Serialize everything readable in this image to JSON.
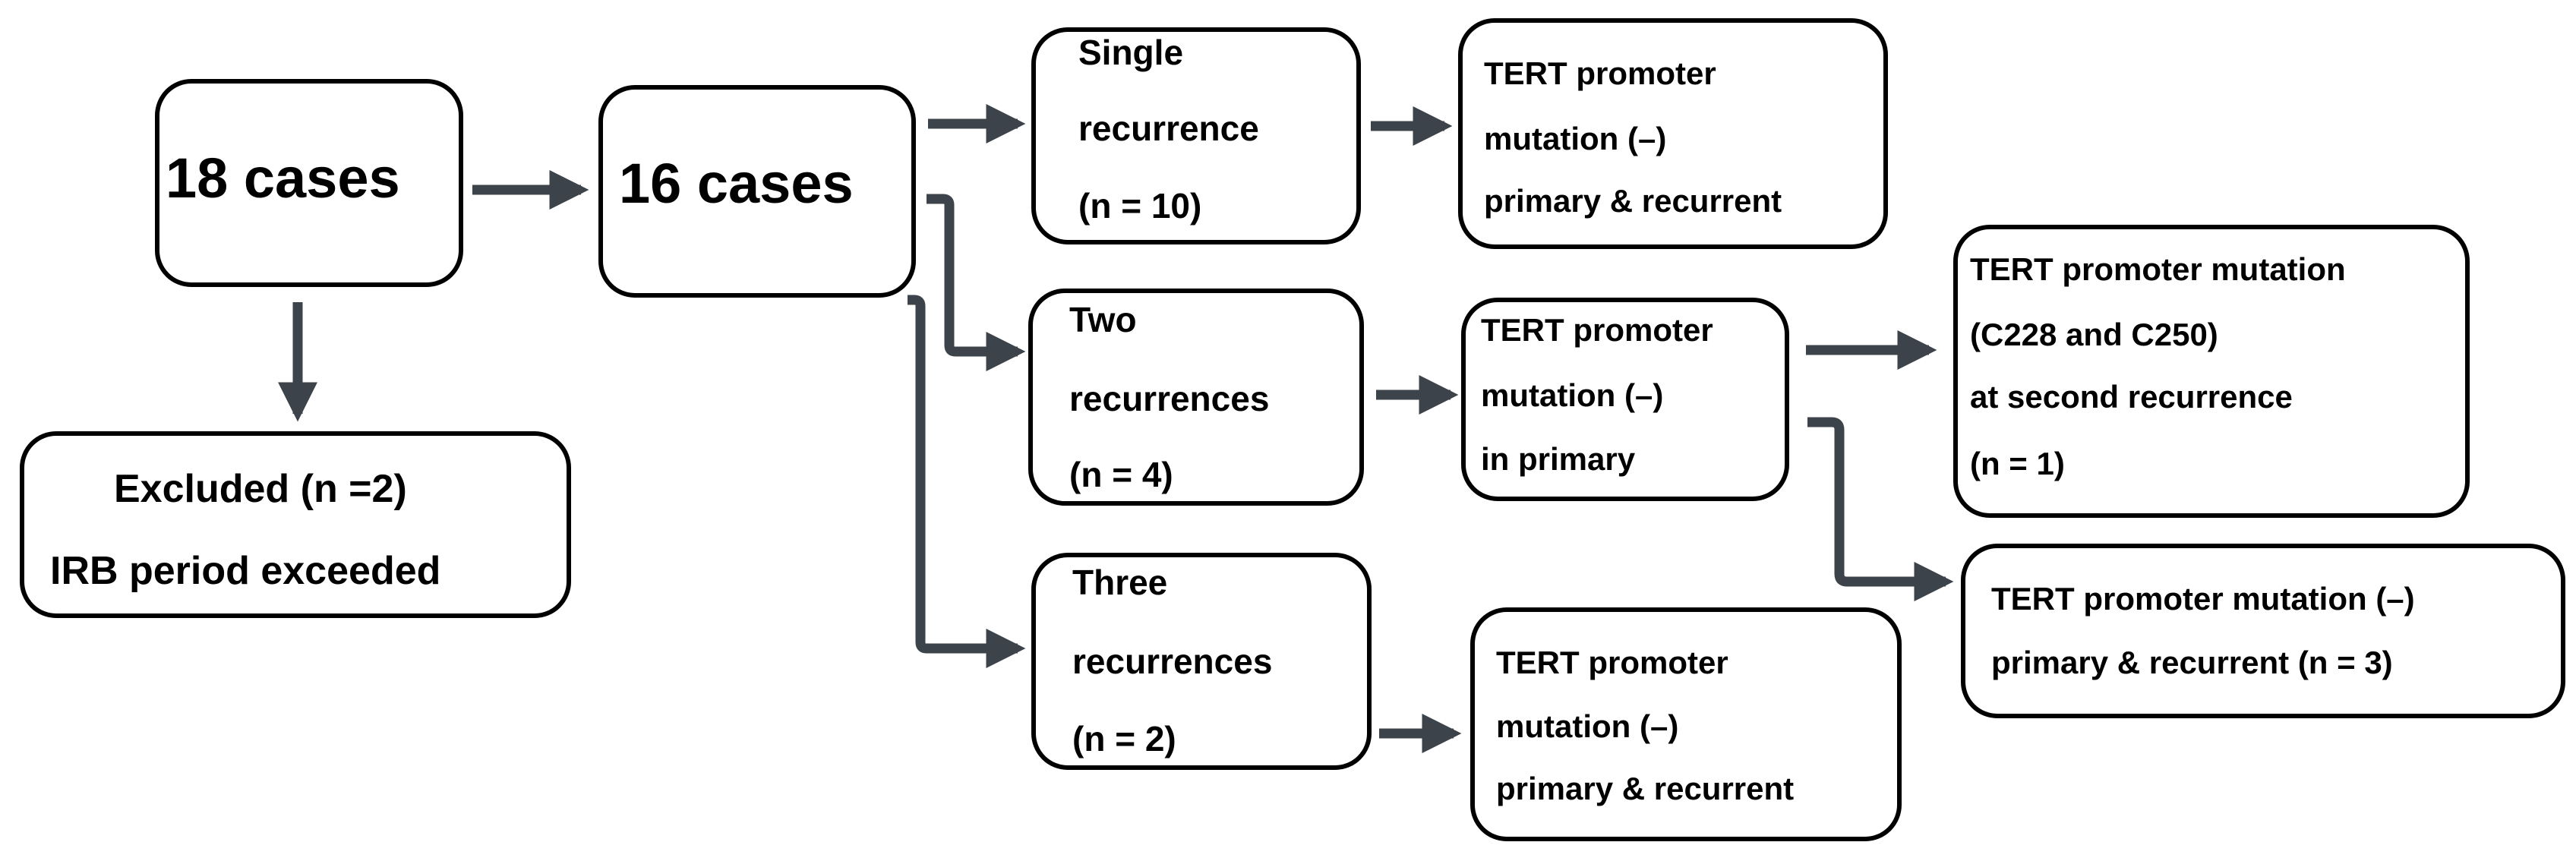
{
  "nodes": {
    "cases_18": {
      "label": "18 cases"
    },
    "cases_16": {
      "label": "16 cases"
    },
    "excluded": {
      "line1": "Excluded (n =2)",
      "line2": "IRB period exceeded"
    },
    "single": {
      "line1": "Single",
      "line2": "recurrence",
      "line3": "(n = 10)"
    },
    "two": {
      "line1": "Two",
      "line2": "recurrences",
      "line3": "(n = 4)"
    },
    "three": {
      "line1": "Three",
      "line2": "recurrences",
      "line3": "(n = 2)"
    },
    "single_result": {
      "line1": "TERT promoter",
      "line2": "mutation (–)",
      "line3": "primary & recurrent"
    },
    "two_result": {
      "line1": "TERT promoter",
      "line2": "mutation (–)",
      "line3": "in  primary"
    },
    "three_result": {
      "line1": "TERT promoter",
      "line2": "mutation (–)",
      "line3": "primary & recurrent"
    },
    "second_mut": {
      "line1": "TERT promoter mutation",
      "line2": "(C228 and C250)",
      "line3": "at second recurrence",
      "line4": "(n = 1)"
    },
    "second_neg": {
      "line1": "TERT promoter mutation (–)",
      "line2": "primary & recurrent (n = 3)"
    }
  },
  "colors": {
    "arrow": "#3d434a",
    "border": "#000000",
    "text": "#000000"
  }
}
